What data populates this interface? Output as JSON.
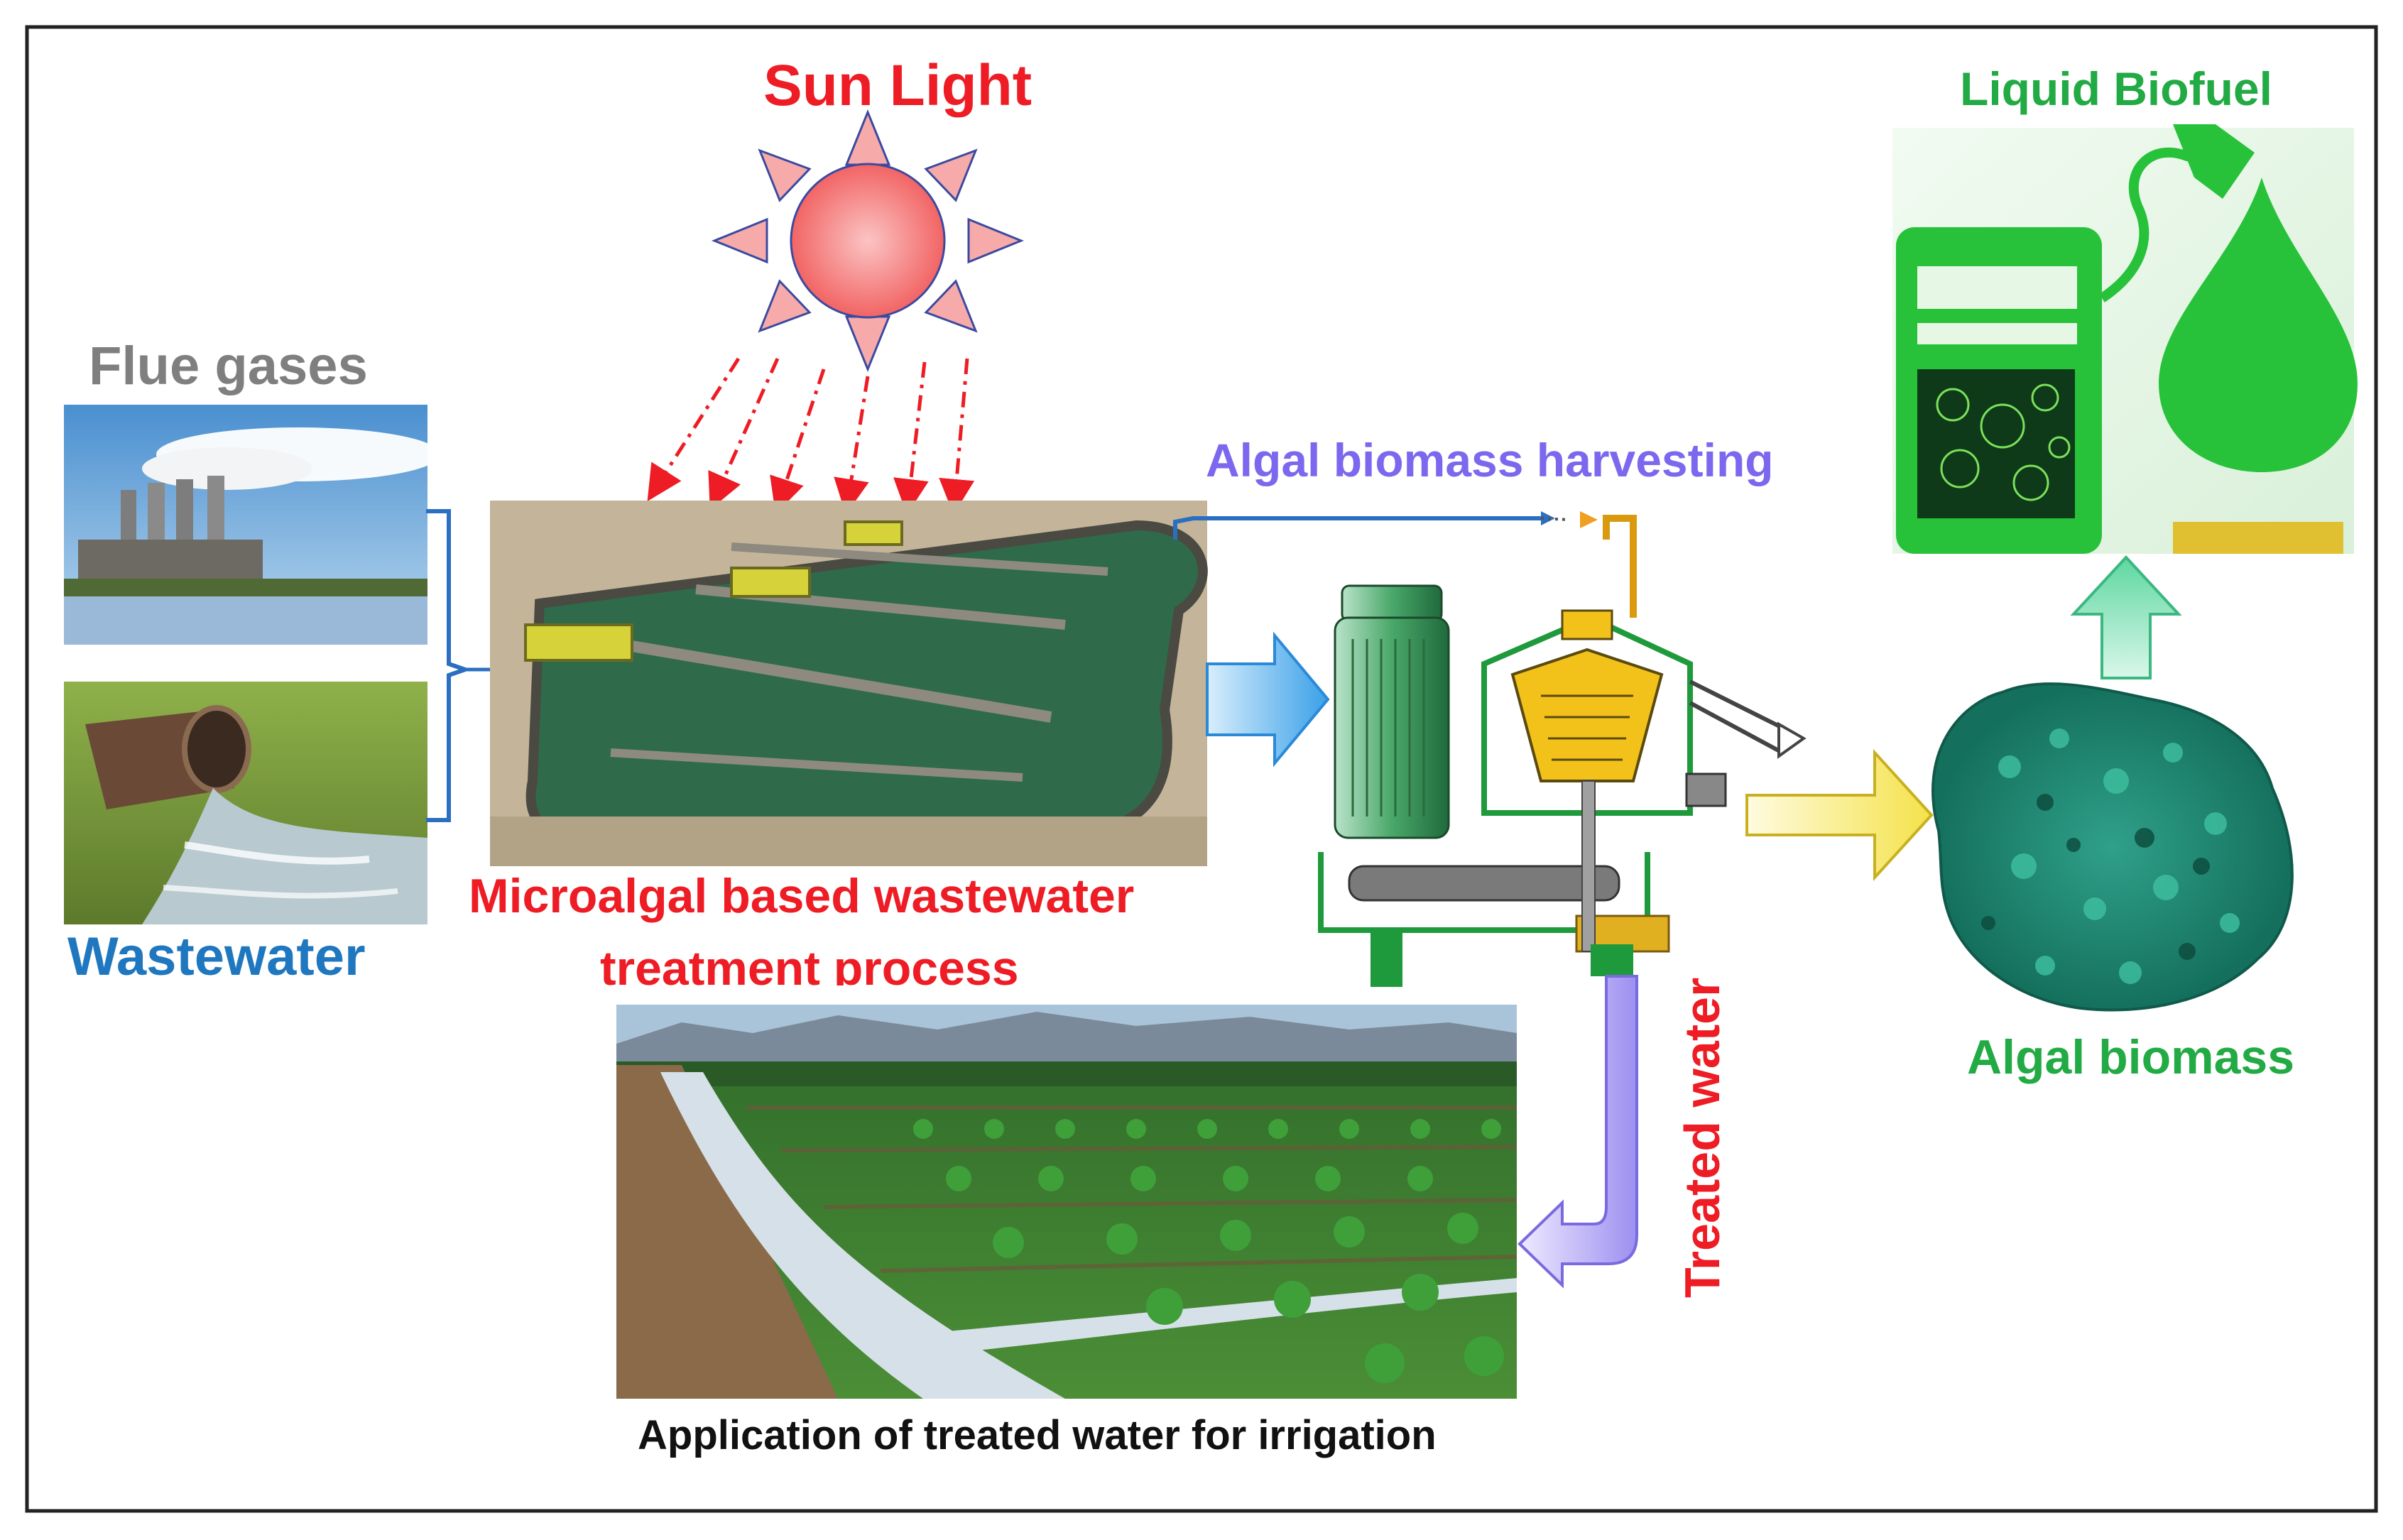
{
  "labels": {
    "sun_light": "Sun Light",
    "flue_gases": "Flue gases",
    "wastewater": "Wastewater",
    "process_line1": "Microalgal based wastewater",
    "process_line2": "treatment process",
    "harvesting": "Algal biomass harvesting",
    "liquid_biofuel": "Liquid Biofuel",
    "algal_biomass": "Algal biomass",
    "treated_water": "Treated water",
    "irrigation": "Application of treated water for irrigation"
  },
  "colors": {
    "red_label": "#ee1c24",
    "grey_label": "#7f7f7f",
    "blue_label": "#1f77c0",
    "purple_label": "#7b68ee",
    "green_label": "#22aa44",
    "sun_fill": "#f56a6a",
    "sun_ray": "#f7aaaa",
    "pond_water": "#2f6b4a",
    "centrifuge_green": "#1e9a3c",
    "fuel_green": "#27c23a",
    "biomass_teal": "#1e8a78"
  },
  "icons": [
    "sun-icon",
    "power-plant-photo",
    "wastewater-pipe-photo",
    "raceway-pond-photo",
    "centrifuge-icon",
    "fuel-pump-icon",
    "fuel-drop-icon",
    "algae-pile-photo",
    "irrigation-field-photo"
  ]
}
